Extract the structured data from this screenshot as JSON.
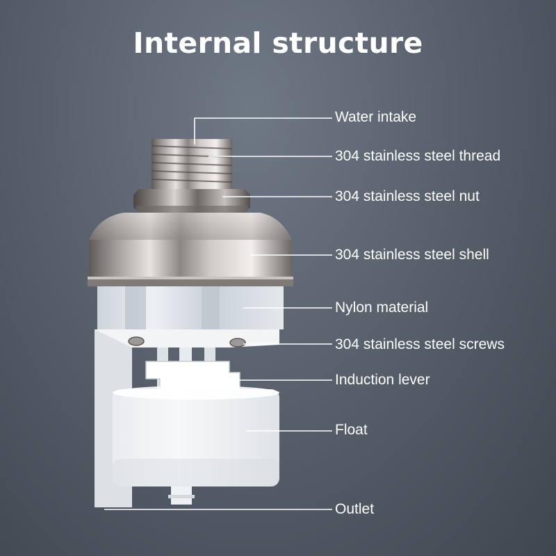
{
  "title": "Internal structure",
  "labels": {
    "water_intake": "Water intake",
    "thread": "304 stainless steel thread",
    "nut": "304 stainless steel nut",
    "shell": "304 stainless steel shell",
    "nylon": "Nylon material",
    "screws": "304 stainless steel screws",
    "lever": "Induction lever",
    "float": "Float",
    "outlet": "Outlet"
  },
  "colors": {
    "background": "#59616d",
    "text": "#ffffff",
    "leader_line": "#ffffff"
  }
}
